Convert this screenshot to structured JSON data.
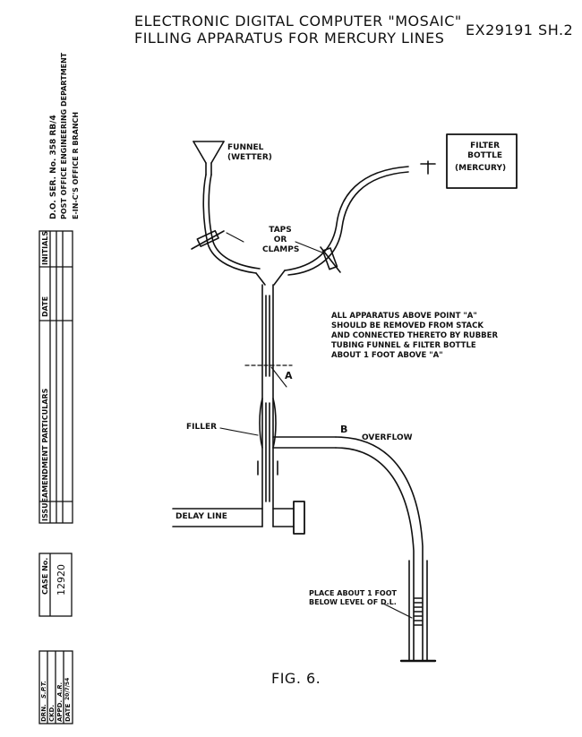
{
  "header": {
    "title_line1": "ELECTRONIC DIGITAL COMPUTER \"MOSAIC\"",
    "title_line2": "FILLING APPARATUS FOR MERCURY LINES",
    "drawing_number": "EX29191 SH.2"
  },
  "title_block": {
    "ref_line": "D.O. SER. No. 358     RB/4",
    "department": "POST OFFICE ENGINEERING DEPARTMENT",
    "office": "E-IN-C'S OFFICE   R   BRANCH",
    "amendments_headers": [
      "ISSUE",
      "AMENDMENT PARTICULARS",
      "DATE",
      "INITIALS"
    ],
    "case_label": "CASE No.",
    "case_number": "12920",
    "signoff": [
      {
        "label": "DRN.",
        "value": "S.P.T."
      },
      {
        "label": "CKD.",
        "value": ""
      },
      {
        "label": "APPD.",
        "value": "A.R."
      },
      {
        "label": "DATE",
        "value": "20/7/54"
      }
    ]
  },
  "labels": {
    "funnel": [
      "FUNNEL",
      "(WETTER)"
    ],
    "filter_bottle": [
      "FILTER",
      "BOTTLE",
      "(MERCURY)"
    ],
    "taps": [
      "TAPS",
      "OR",
      "CLAMPS"
    ],
    "note": [
      "ALL APPARATUS ABOVE POINT \"A\"",
      "SHOULD BE REMOVED FROM STACK",
      "AND CONNECTED THERETO BY RUBBER",
      "TUBING FUNNEL & FILTER BOTTLE",
      "ABOUT 1 FOOT ABOVE \"A\""
    ],
    "point_a": "A",
    "point_b": "B",
    "filler": "FILLER",
    "overflow": "OVERFLOW",
    "delay_line": "DELAY LINE",
    "place": [
      "PLACE ABOUT 1 FOOT",
      "BELOW LEVEL OF D.L."
    ],
    "figure": "FIG. 6."
  }
}
